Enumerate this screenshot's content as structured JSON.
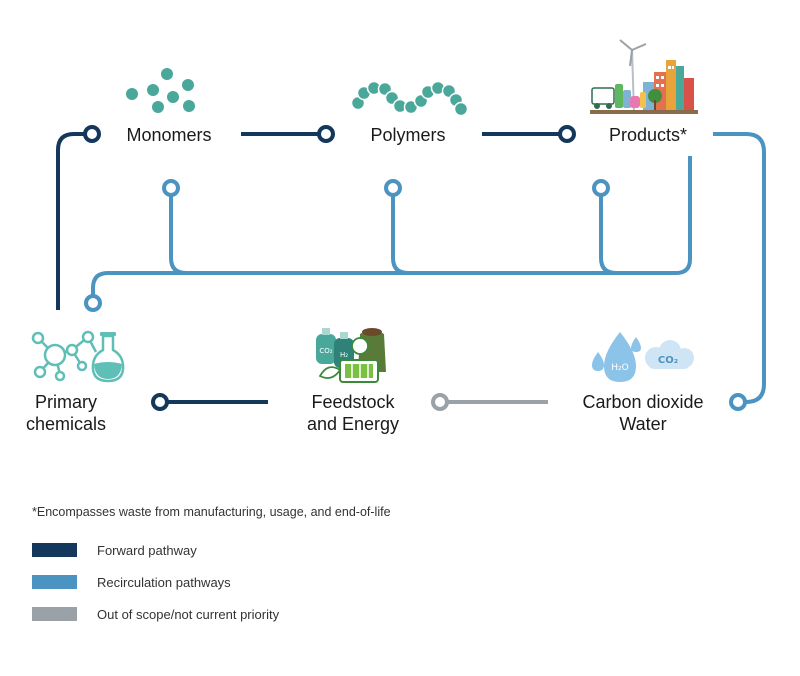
{
  "nodes": {
    "monomers": "Monomers",
    "polymers": "Polymers",
    "products": "Products*",
    "primary_chemicals": "Primary\nchemicals",
    "feedstock_energy": "Feedstock\nand Energy",
    "co2_water": "Carbon dioxide\nWater"
  },
  "icon_text": {
    "h2o": "H₂O",
    "co2": "CO₂",
    "tank_co2": "CO₂",
    "tank_h2": "H₂"
  },
  "footnote": "*Encompasses waste from manufacturing, usage, and end-of-life",
  "legend": [
    {
      "label": "Forward pathway",
      "color": "#14375c"
    },
    {
      "label": "Recirculation pathways",
      "color": "#4b93c0"
    },
    {
      "label": "Out of scope/not current priority",
      "color": "#9aa1a7"
    }
  ],
  "colors": {
    "forward": "#14375c",
    "recirculation": "#4b93c0",
    "out_of_scope": "#9aa1a7",
    "dots": "#4aa89a"
  }
}
